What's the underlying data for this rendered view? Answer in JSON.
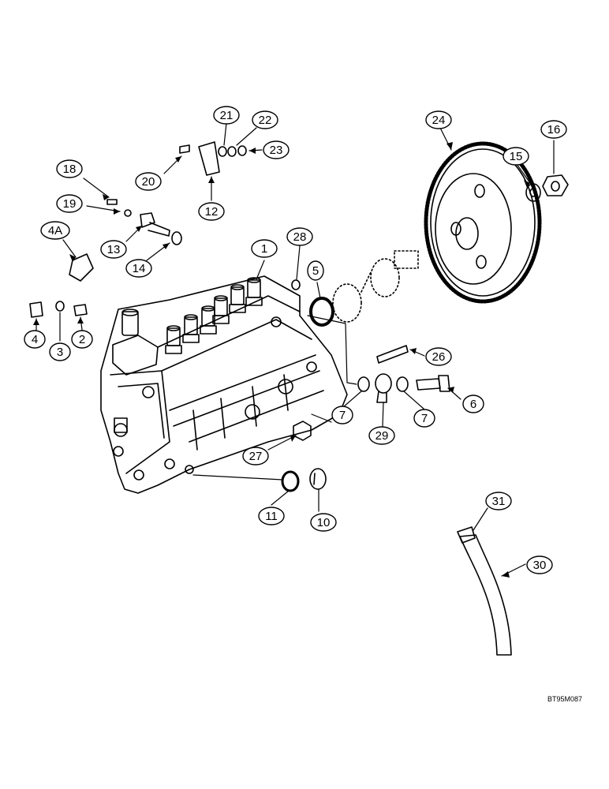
{
  "callouts": [
    {
      "id": "c1",
      "label": "1"
    },
    {
      "id": "c2",
      "label": "2"
    },
    {
      "id": "c3",
      "label": "3"
    },
    {
      "id": "c4",
      "label": "4"
    },
    {
      "id": "c4A",
      "label": "4A"
    },
    {
      "id": "c5",
      "label": "5"
    },
    {
      "id": "c6",
      "label": "6"
    },
    {
      "id": "c7a",
      "label": "7"
    },
    {
      "id": "c7b",
      "label": "7"
    },
    {
      "id": "c10",
      "label": "10"
    },
    {
      "id": "c11",
      "label": "11"
    },
    {
      "id": "c12",
      "label": "12"
    },
    {
      "id": "c13",
      "label": "13"
    },
    {
      "id": "c14",
      "label": "14"
    },
    {
      "id": "c15",
      "label": "15"
    },
    {
      "id": "c16",
      "label": "16"
    },
    {
      "id": "c18",
      "label": "18"
    },
    {
      "id": "c19",
      "label": "19"
    },
    {
      "id": "c20",
      "label": "20"
    },
    {
      "id": "c21",
      "label": "21"
    },
    {
      "id": "c22",
      "label": "22"
    },
    {
      "id": "c23",
      "label": "23"
    },
    {
      "id": "c24",
      "label": "24"
    },
    {
      "id": "c26",
      "label": "26"
    },
    {
      "id": "c27",
      "label": "27"
    },
    {
      "id": "c28",
      "label": "28"
    },
    {
      "id": "c29",
      "label": "29"
    },
    {
      "id": "c30",
      "label": "30"
    },
    {
      "id": "c31",
      "label": "31"
    }
  ],
  "reference_code": "BT95M087"
}
